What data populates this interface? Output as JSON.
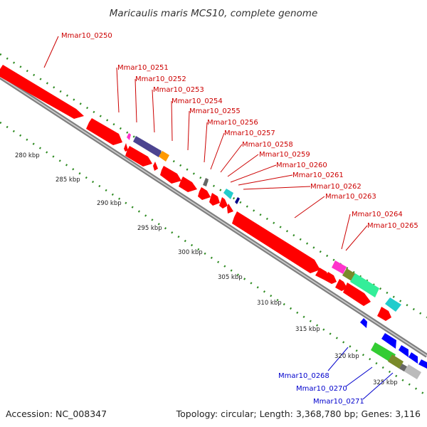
{
  "title": "Maricaulis maris MCS10, complete genome",
  "footer": {
    "accession": "Accession: NC_008347",
    "topology": "Topology: circular; Length: 3,368,780 bp; Genes: 3,116"
  },
  "ticks": [
    "280 kbp",
    "285 kbp",
    "290 kbp",
    "295 kbp",
    "300 kbp",
    "305 kbp",
    "310 kbp",
    "315 kbp",
    "320 kbp",
    "325 kbp"
  ],
  "gene_labels_red": [
    "Mmar10_0250",
    "Mmar10_0251",
    "Mmar10_0252",
    "Mmar10_0253",
    "Mmar10_0254",
    "Mmar10_0255",
    "Mmar10_0256",
    "Mmar10_0257",
    "Mmar10_0258",
    "Mmar10_0259",
    "Mmar10_0260",
    "Mmar10_0261",
    "Mmar10_0262",
    "Mmar10_0263",
    "Mmar10_0264",
    "Mmar10_0265"
  ],
  "gene_labels_blue": [
    "Mmar10_0268",
    "Mmar10_0270",
    "Mmar10_0271"
  ],
  "colors": {
    "forward_gene": "#ff0000",
    "reverse_gene": "#0000ff",
    "backbone": "#888888",
    "tick_dots": "#2e8b22",
    "purple": "#4c4490",
    "orange": "#ff9900",
    "magenta": "#ff33cc",
    "cyan": "#22cccc",
    "green": "#33cc33",
    "olive": "#7a8a2a",
    "aquamarine": "#33ee99",
    "grey_gene": "#bbbbbb"
  }
}
